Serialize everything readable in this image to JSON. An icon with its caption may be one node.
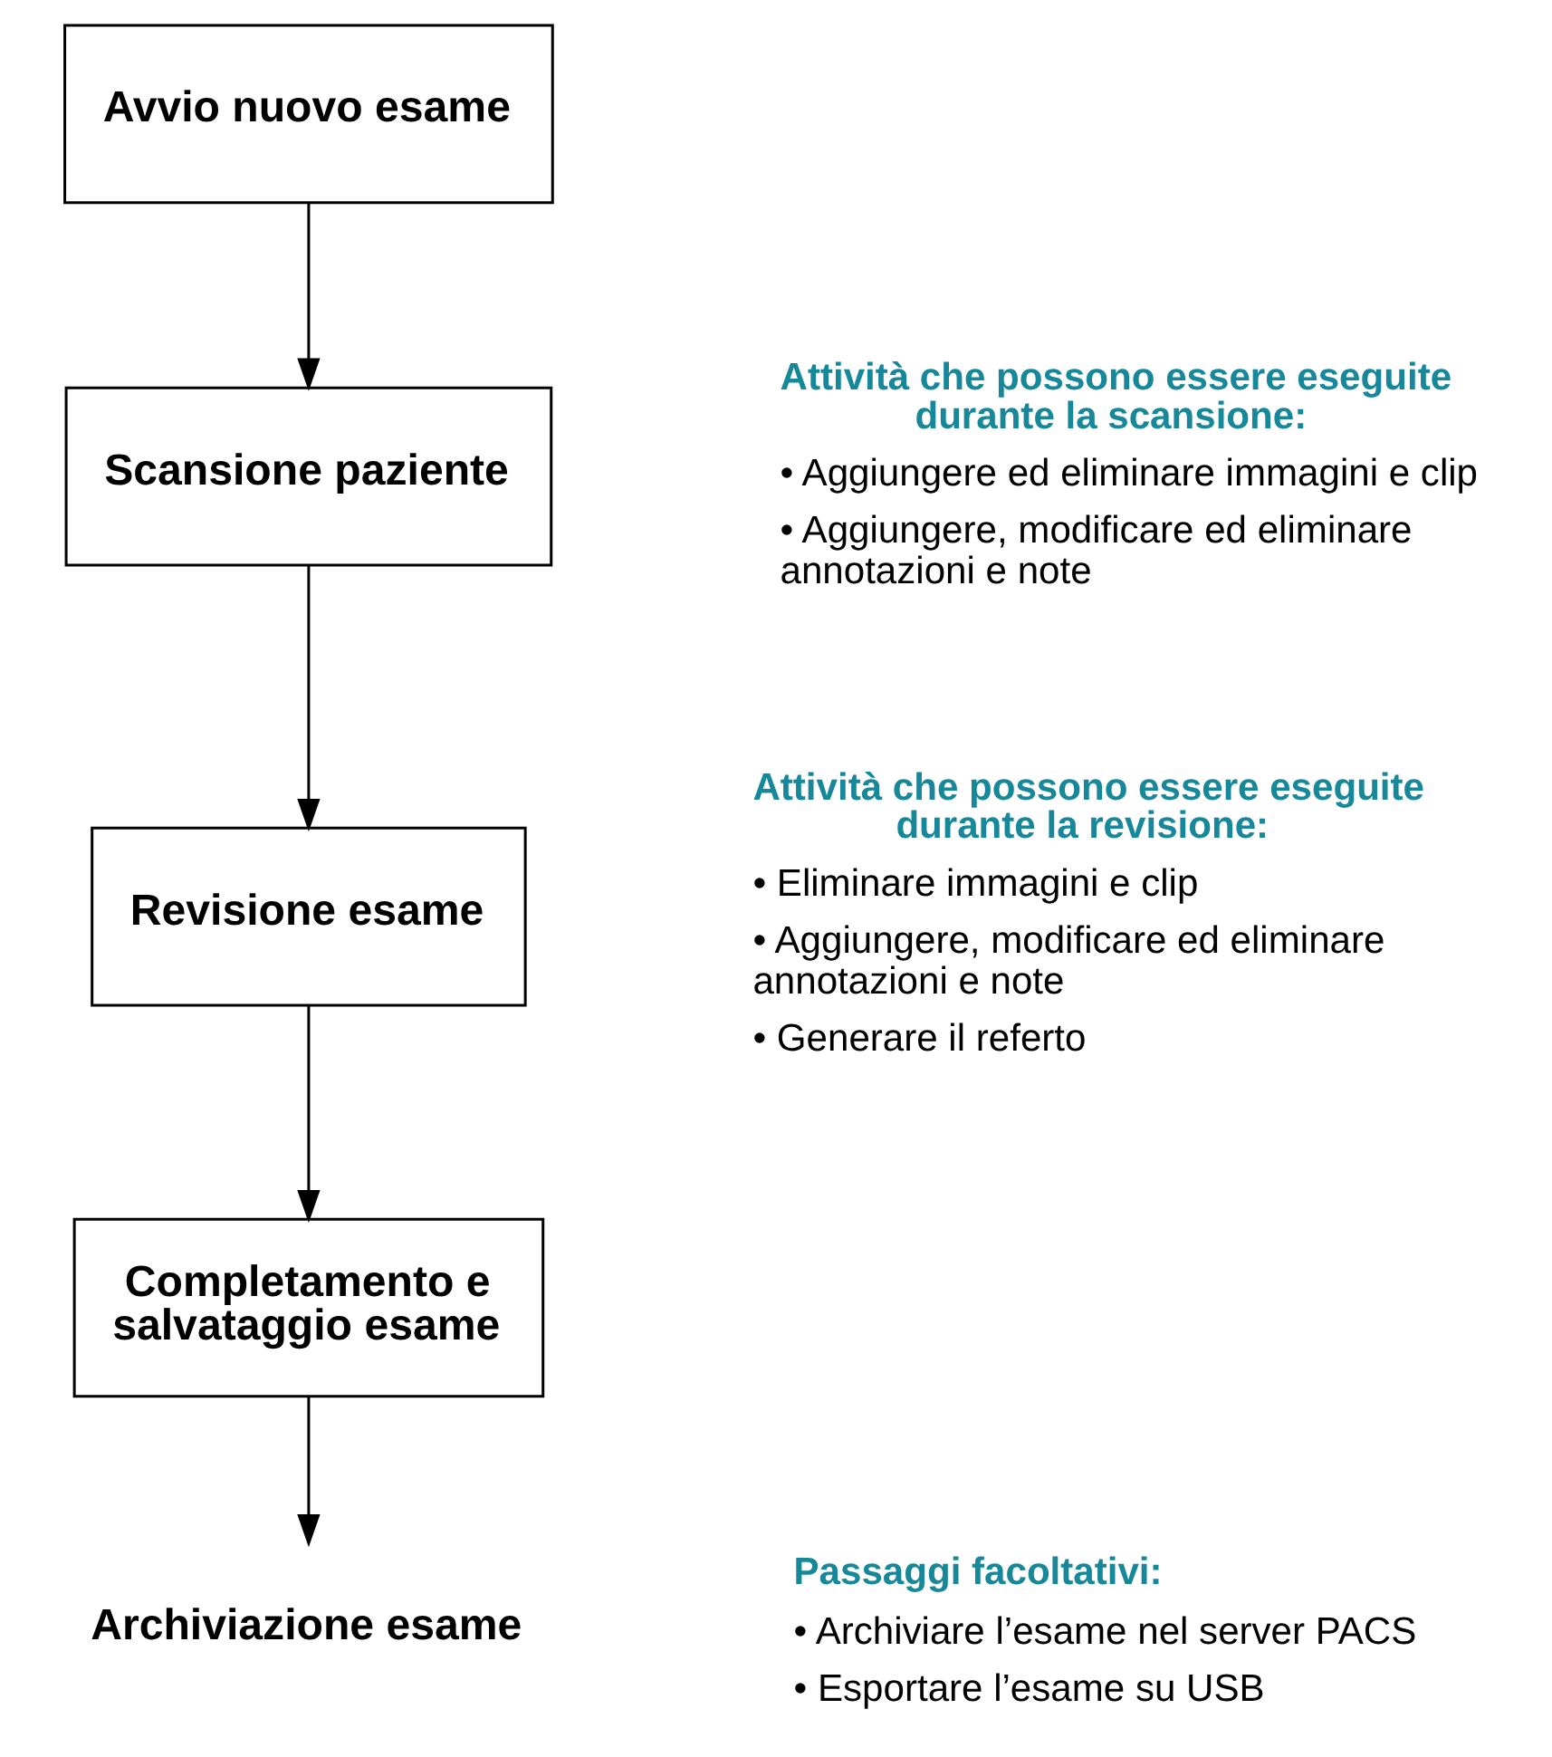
{
  "diagram": {
    "nodes": [
      {
        "text": [
          "Avvio nuovo esame"
        ]
      },
      {
        "text": [
          "Scansione paziente"
        ],
        "beside": [
          "Attività che possono essere eseguite durante la scansione:",
          "• Aggiungere ed eliminare immagini e clip",
          "• Aggiungere, modificare ed eliminare annotazioni e note"
        ]
      },
      {
        "text": [
          "Revisione esame"
        ],
        "beside": [
          "Attività che possono essere eseguite durante la revisione:",
          "• Eliminare immagini e clip",
          "• Aggiungere, modificare ed eliminare annotazioni e note",
          "• Generare il referto"
        ]
      },
      {
        "text": [
          "Completamento e salvataggio esame"
        ]
      },
      {
        "text": [
          "Archiviazione esame"
        ],
        "beside": [
          "Passaggi facoltativi:",
          "• Archiviare l’esame nel server PACS",
          "• Esportare l’esame su USB"
        ]
      }
    ],
    "edges": [
      {
        "from": 0,
        "to": 1,
        "arrow": "to"
      },
      {
        "from": 1,
        "to": 2,
        "arrow": "to"
      },
      {
        "from": 2,
        "to": 3,
        "arrow": "to"
      },
      {
        "from": 3,
        "to": 4,
        "arrow": "to"
      }
    ]
  }
}
